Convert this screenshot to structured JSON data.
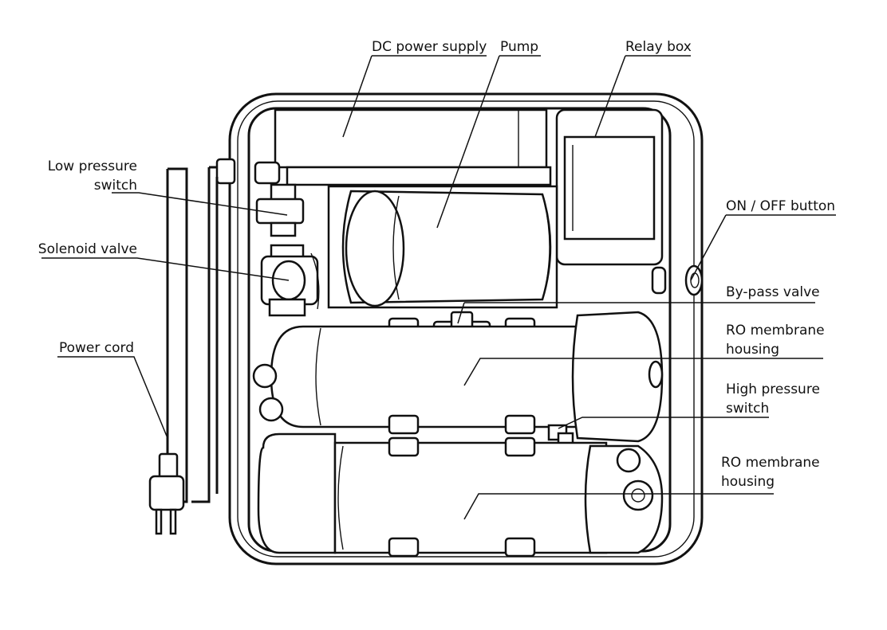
{
  "labels": {
    "dc_power_supply": "DC power supply",
    "pump": "Pump",
    "relay_box": "Relay box",
    "low_pressure_switch_1": "Low pressure",
    "low_pressure_switch_2": "switch",
    "solenoid_valve": "Solenoid valve",
    "power_cord": "Power cord",
    "on_off_button": "ON / OFF button",
    "bypass_valve": "By-pass valve",
    "ro_housing_1_line1": "RO membrane",
    "ro_housing_1_line2": "housing",
    "high_pressure_switch_1": "High pressure",
    "high_pressure_switch_2": "switch",
    "ro_housing_2_line1": "RO membrane",
    "ro_housing_2_line2": "housing"
  }
}
